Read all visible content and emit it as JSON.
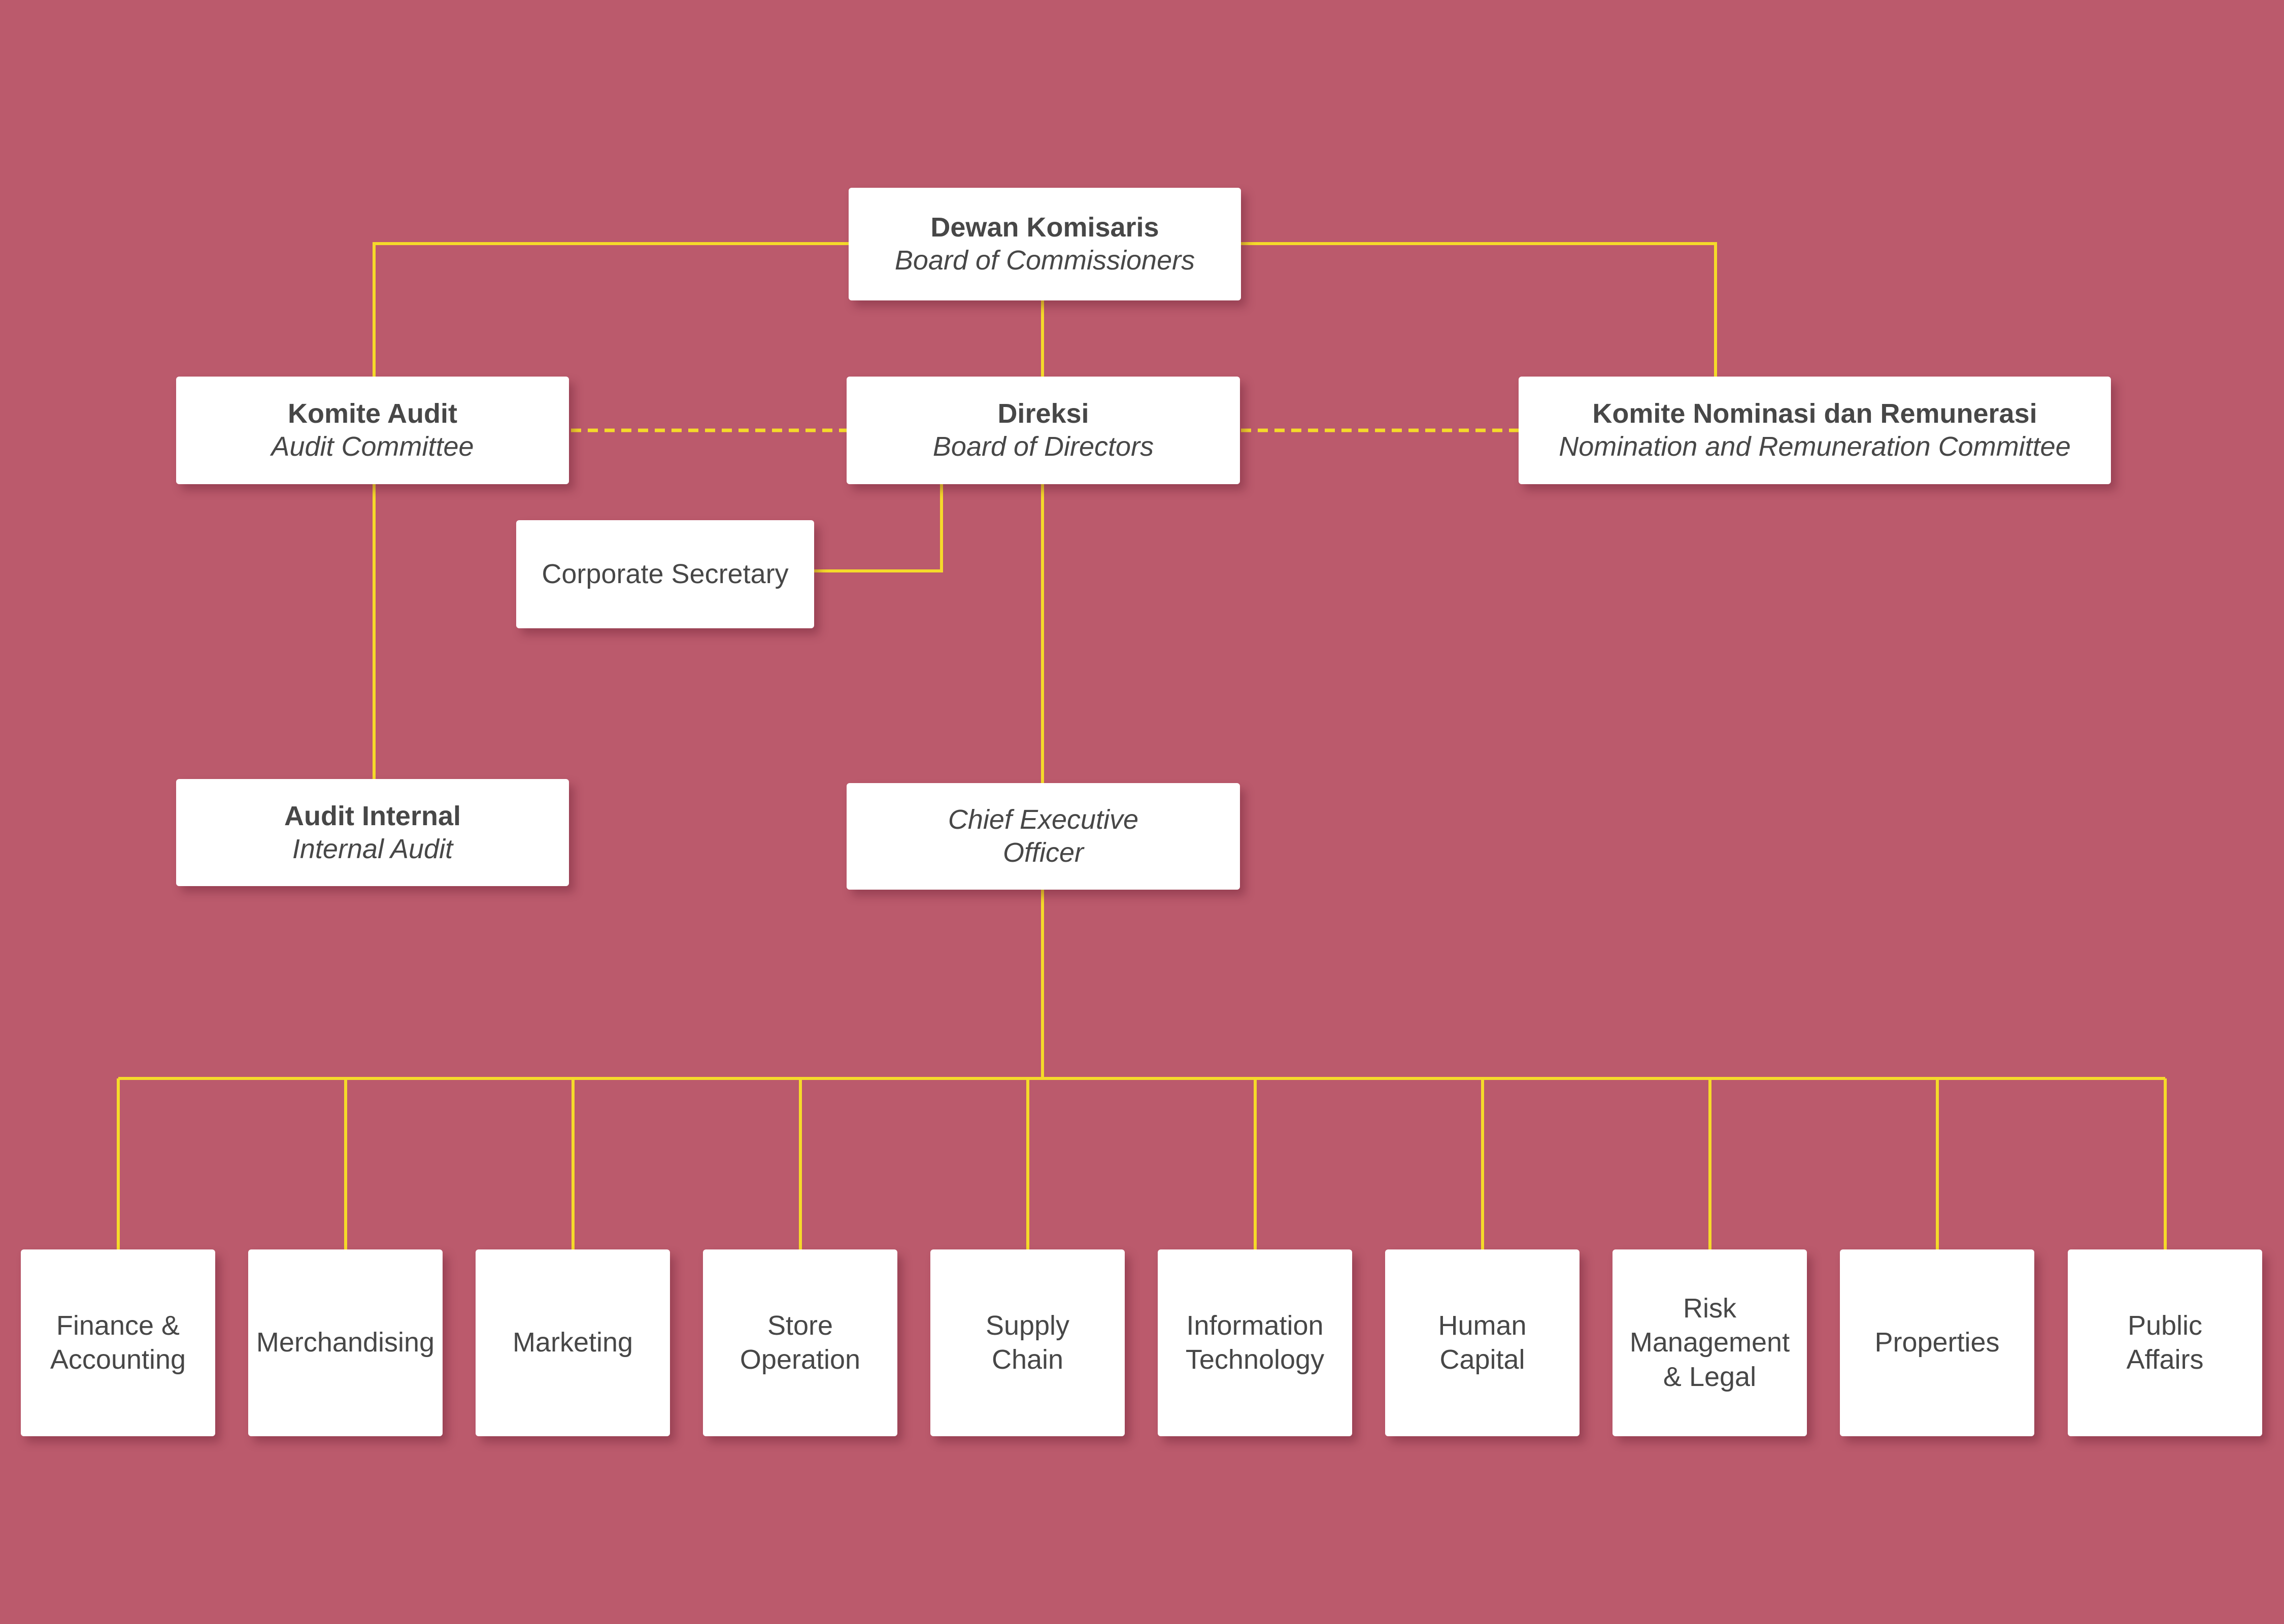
{
  "colors": {
    "background": "#bb5a6c",
    "box": "#ffffff",
    "connector": "#f5da2a",
    "text": "#474747"
  },
  "board_of_commissioners": {
    "title": "Dewan Komisaris",
    "subtitle": "Board of Commissioners"
  },
  "audit_committee": {
    "title": "Komite Audit",
    "subtitle": "Audit Committee"
  },
  "board_of_directors": {
    "title": "Direksi",
    "subtitle": "Board of Directors"
  },
  "nomination_committee": {
    "title": "Komite Nominasi dan Remunerasi",
    "subtitle": "Nomination and Remuneration Committee"
  },
  "corporate_secretary": {
    "label": "Corporate Secretary"
  },
  "internal_audit": {
    "title": "Audit Internal",
    "subtitle": "Internal Audit"
  },
  "ceo": {
    "label_line1": "Chief Executive",
    "label_line2": "Officer"
  },
  "departments": [
    {
      "line1": "Finance &",
      "line2": "Accounting",
      "line3": ""
    },
    {
      "line1": "Merchandising",
      "line2": "",
      "line3": ""
    },
    {
      "line1": "Marketing",
      "line2": "",
      "line3": ""
    },
    {
      "line1": "Store",
      "line2": "Operation",
      "line3": ""
    },
    {
      "line1": "Supply",
      "line2": "Chain",
      "line3": ""
    },
    {
      "line1": "Information",
      "line2": "Technology",
      "line3": ""
    },
    {
      "line1": "Human",
      "line2": "Capital",
      "line3": ""
    },
    {
      "line1": "Risk",
      "line2": "Management",
      "line3": "& Legal"
    },
    {
      "line1": "Properties",
      "line2": "",
      "line3": ""
    },
    {
      "line1": "Public",
      "line2": "Affairs",
      "line3": ""
    }
  ]
}
